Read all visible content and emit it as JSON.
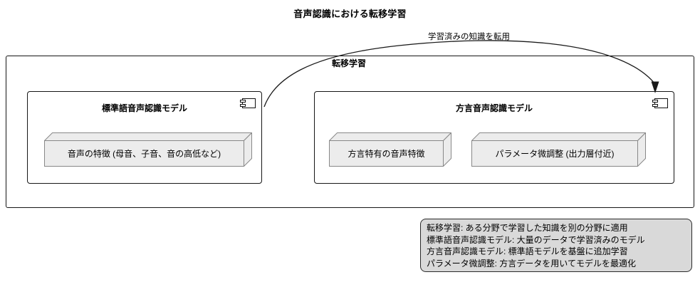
{
  "diagram": {
    "title": "音声認識における転移学習",
    "type": "uml-component-diagram"
  },
  "package": {
    "label": "転移学習"
  },
  "components": [
    {
      "id": "standard",
      "title": "標準語音声認識モデル",
      "icon": "uml-component-icon",
      "nodes": [
        {
          "id": "standard-features",
          "label": "音声の特徴 (母音、子音、音の高低など)"
        }
      ]
    },
    {
      "id": "dialect",
      "title": "方言音声認識モデル",
      "icon": "uml-component-icon",
      "nodes": [
        {
          "id": "dialect-features",
          "label": "方言特有の音声特徴"
        },
        {
          "id": "param-tuning",
          "label": "パラメータ微調整 (出力層付近)"
        }
      ]
    }
  ],
  "arrow": {
    "label": "学習済みの知識を転用",
    "from": "standard",
    "to": "dialect",
    "style": "curved-solid-filled-arrowhead"
  },
  "legend": {
    "lines": [
      "転移学習: ある分野で学習した知識を別の分野に適用",
      "標準語音声認識モデル: 大量のデータで学習済みのモデル",
      "方言音声認識モデル: 標準語モデルを基盤に追加学習",
      "パラメータ微調整: 方言データを用いてモデルを最適化"
    ]
  },
  "colors": {
    "background": "#ffffff",
    "line": "#161616",
    "node_fill": "#ececec",
    "node_border": "#888888",
    "legend_fill": "#d9d9d9",
    "legend_border": "#2a2a2a",
    "text": "#000000"
  }
}
